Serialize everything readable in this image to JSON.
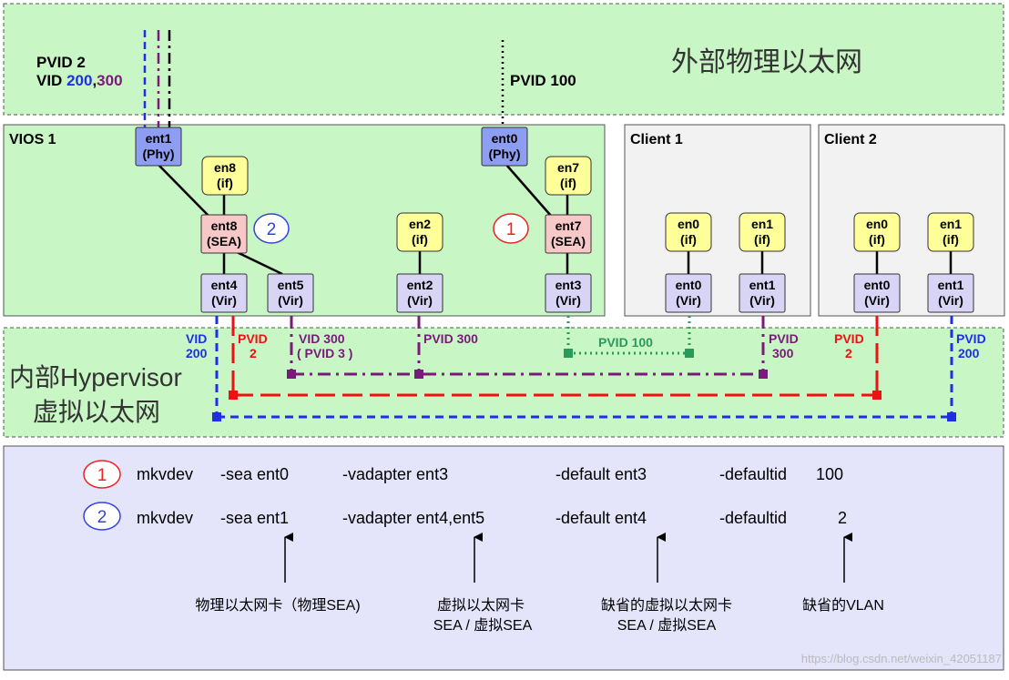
{
  "external": {
    "title": "外部物理以太网",
    "pvid2_label": "PVID 2",
    "vid_prefix": "VID ",
    "vid_200": "200",
    "vid_sep": ",",
    "vid_300": "300",
    "pvid100_label": "PVID 100"
  },
  "vios": {
    "title": "VIOS 1",
    "nodes": {
      "ent1": [
        "ent1",
        "(Phy)"
      ],
      "ent0": [
        "ent0",
        "(Phy)"
      ],
      "en8": [
        "en8",
        "(if)"
      ],
      "en7": [
        "en7",
        "(if)"
      ],
      "ent8": [
        "ent8",
        "(SEA)"
      ],
      "ent7": [
        "ent7",
        "(SEA)"
      ],
      "en2": [
        "en2",
        "(if)"
      ],
      "ent4": [
        "ent4",
        "(Vir)"
      ],
      "ent5": [
        "ent5",
        "(Vir)"
      ],
      "ent2": [
        "ent2",
        "(Vir)"
      ],
      "ent3": [
        "ent3",
        "(Vir)"
      ]
    },
    "marker_2": "2",
    "marker_1": "1"
  },
  "client1": {
    "title": "Client 1",
    "nodes": {
      "en0": [
        "en0",
        "(if)"
      ],
      "en1": [
        "en1",
        "(if)"
      ],
      "ent0": [
        "ent0",
        "(Vir)"
      ],
      "ent1": [
        "ent1",
        "(Vir)"
      ]
    }
  },
  "client2": {
    "title": "Client 2",
    "nodes": {
      "en0": [
        "en0",
        "(if)"
      ],
      "en1": [
        "en1",
        "(if)"
      ],
      "ent0": [
        "ent0",
        "(Vir)"
      ],
      "ent1": [
        "ent1",
        "(Vir)"
      ]
    }
  },
  "hypervisor": {
    "title_line1": "内部Hypervisor",
    "title_line2": "虚拟以太网",
    "labels": {
      "vid200_a": "VID",
      "vid200_b": "200",
      "pvid2_a": "PVID",
      "pvid2_b": "2",
      "vid300_a": "VID 300",
      "vid300_b": "( PVID 3 )",
      "pvid300": "PVID 300",
      "pvid100": "PVID 100",
      "c1_pvid300_a": "PVID",
      "c1_pvid300_b": "300",
      "c2_pvid2_a": "PVID",
      "c2_pvid2_b": "2",
      "c2_pvid200_a": "PVID",
      "c2_pvid200_b": "200"
    }
  },
  "commands": {
    "rows": [
      {
        "marker": "1",
        "cmd": "mkvdev",
        "sea": "-sea ent0",
        "vadapter": "-vadapter ent3",
        "default": "-default ent3",
        "defaultid": "-defaultid",
        "id": "100"
      },
      {
        "marker": "2",
        "cmd": "mkvdev",
        "sea": "-sea ent1",
        "vadapter": "-vadapter ent4,ent5",
        "default": "-default ent4",
        "defaultid": "-defaultid",
        "id": "2"
      }
    ],
    "annotations": {
      "phy": "物理以太网卡（物理SEA)",
      "vir_line1": "虚拟以太网卡",
      "vir_line2": "SEA / 虚拟SEA",
      "def_line1": "缺省的虚拟以太网卡",
      "def_line2": "SEA / 虚拟SEA",
      "vlan": "缺省的VLAN"
    },
    "watermark": "https://blog.csdn.net/weixin_42051187"
  },
  "colors": {
    "green_bg": "#c9f6c5",
    "grey_bg": "#f2f2f2",
    "lavender_bg": "#e4e4fb",
    "phy_box": "#8d9ef2",
    "if_box": "#ffff99",
    "sea_box": "#f8c8c8",
    "vir_box": "#d8d4f6",
    "blue": "#1f2fe8",
    "purple": "#7a1a7a",
    "red": "#ee1111",
    "teal": "#2a9a5a"
  }
}
